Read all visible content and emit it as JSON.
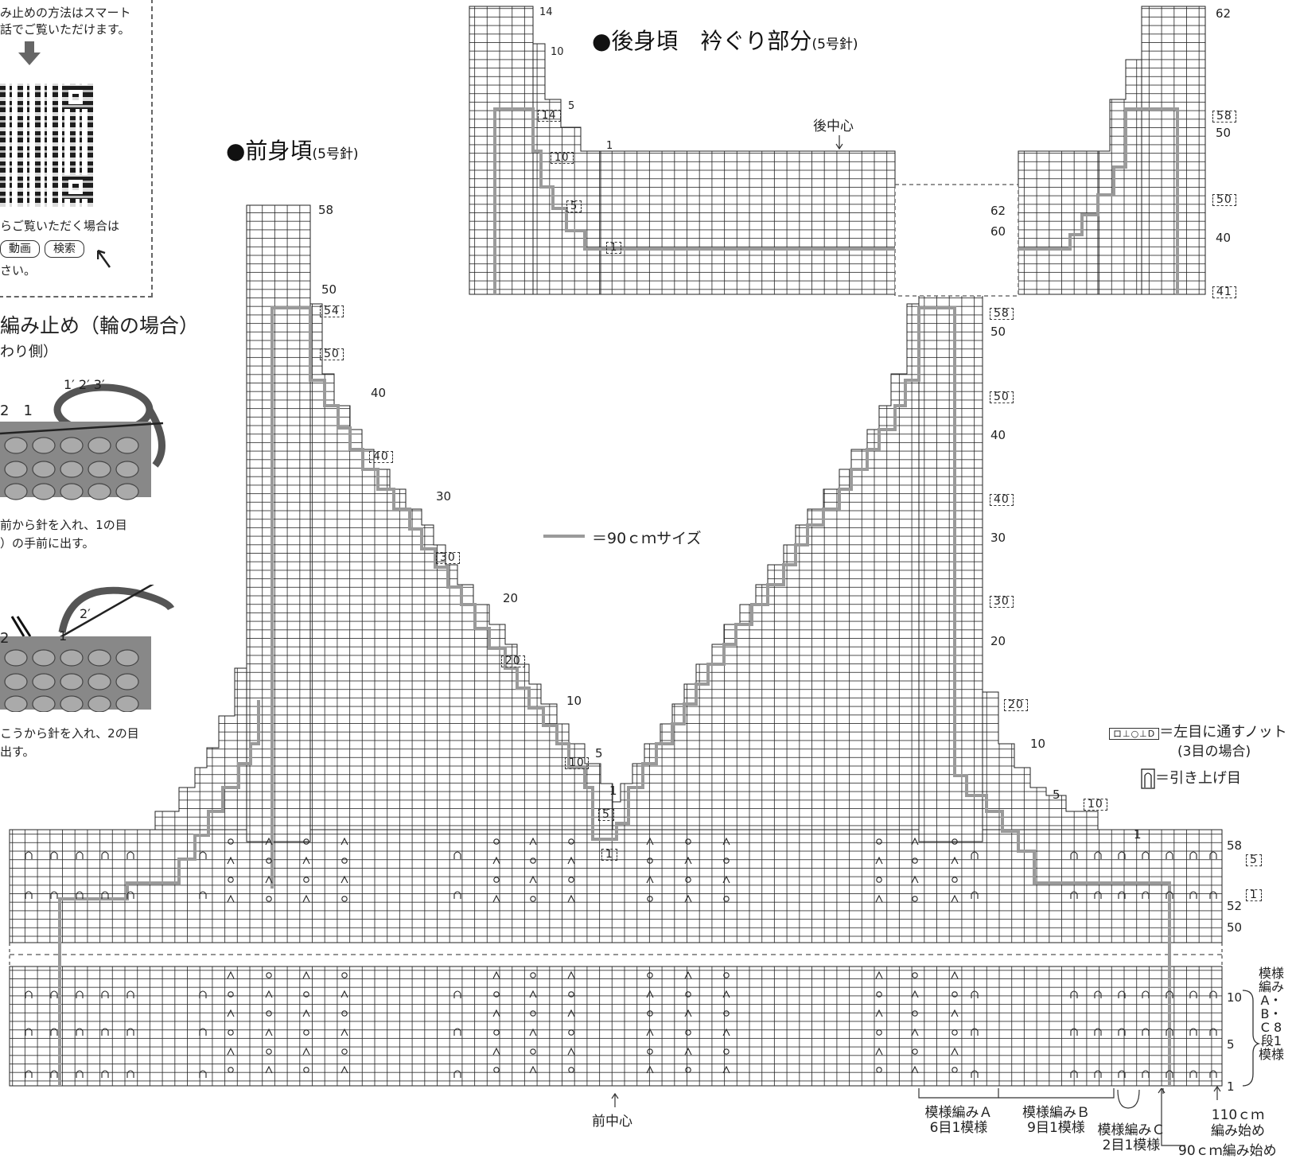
{
  "side_panel": {
    "qr_text_line1": "み止めの方法はスマート",
    "qr_text_line2": "話でご覧いただけます。",
    "search_line": "らご覧いただく場合は",
    "search_pill_video": "動画",
    "search_pill_search": "検索",
    "search_line_end": "さい。",
    "bind_off_title": "編み止め（輪の場合）",
    "bind_off_sub": "わり側）",
    "step1_nums": "2　1",
    "step1_yarn_nums": "1′ 2′ 3′",
    "step1_text_line1": "前から針を入れ、1の目",
    "step1_text_line2": "）の手前に出す。",
    "step2_nums": "2",
    "step2_yarn_nums": "2′",
    "step2_yarn_num2": "1′",
    "step2_text_line1": "こうから針を入れ、2の目",
    "step2_text_line2": "出す。"
  },
  "front": {
    "title": "●前身頃",
    "needle": "(5号針)",
    "row_labels_left": [
      "58",
      "50",
      "40",
      "30",
      "20",
      "10",
      "5",
      "1"
    ],
    "boxed_left": [
      "54",
      "50",
      "40",
      "30",
      "20",
      "10",
      "5",
      "1"
    ],
    "row_labels_right": [
      "62",
      "60",
      "50",
      "40",
      "30",
      "20",
      "10",
      "5",
      "1"
    ],
    "boxed_right": [
      "58",
      "50",
      "40",
      "30",
      "20",
      "10"
    ],
    "front_center": "前中心"
  },
  "back": {
    "title": "●後身頃　衿ぐり部分",
    "needle": "(5号針)",
    "center_label": "後中心",
    "left_labels": [
      "14",
      "10",
      "5",
      "1"
    ],
    "boxed_left": [
      "14",
      "10",
      "5",
      "1"
    ],
    "right_labels": [
      "62",
      "50",
      "40"
    ],
    "boxed_right": [
      "58",
      "50",
      "41"
    ]
  },
  "right_rows": {
    "labels": [
      "58",
      "52",
      "50",
      "10",
      "5",
      "1"
    ],
    "boxed": [
      "5",
      "1"
    ]
  },
  "legend": {
    "size_line": "＝90ｃｍサイズ",
    "knot_sym": "ロ⊥○⊥D",
    "knot_text": "＝左目に通すノット",
    "knot_sub": "(3目の場合)",
    "slip_text": "＝引き上げ目"
  },
  "bottom": {
    "pattern_a_line1": "模様編みＡ",
    "pattern_a_line2": "6目1模様",
    "pattern_b_line1": "模様編みＢ",
    "pattern_b_line2": "9目1模様",
    "pattern_c_line1": "模様編みＣ",
    "pattern_c_line2": "2目1模様",
    "start_110_line1": "110ｃｍ",
    "start_110_line2": "編み始め",
    "start_90": "90ｃｍ編み始め",
    "repeat_note": "模様編みA・B・C 8段1模様"
  },
  "colors": {
    "grid": "#222222",
    "size_line": "#9a9a9a"
  }
}
